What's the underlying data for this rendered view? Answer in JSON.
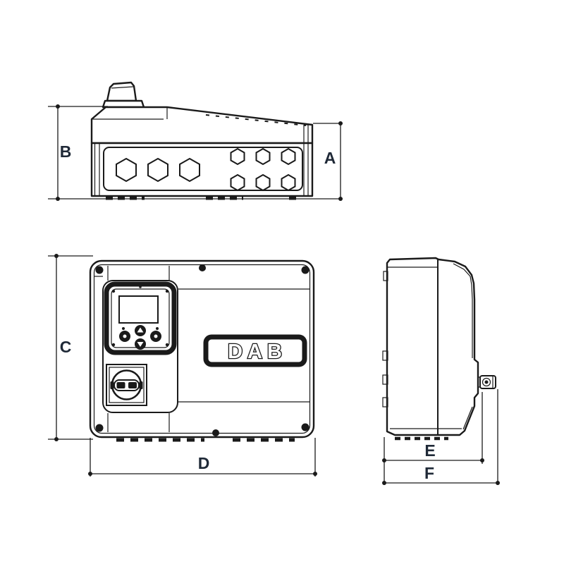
{
  "drawing": {
    "logo_text": "DAB",
    "dimension_labels": {
      "a": "A",
      "b": "B",
      "c": "C",
      "d": "D",
      "e": "E",
      "f": "F"
    },
    "colors": {
      "line": "#1a1a1a",
      "label": "#1f2937",
      "background": "#ffffff"
    }
  }
}
